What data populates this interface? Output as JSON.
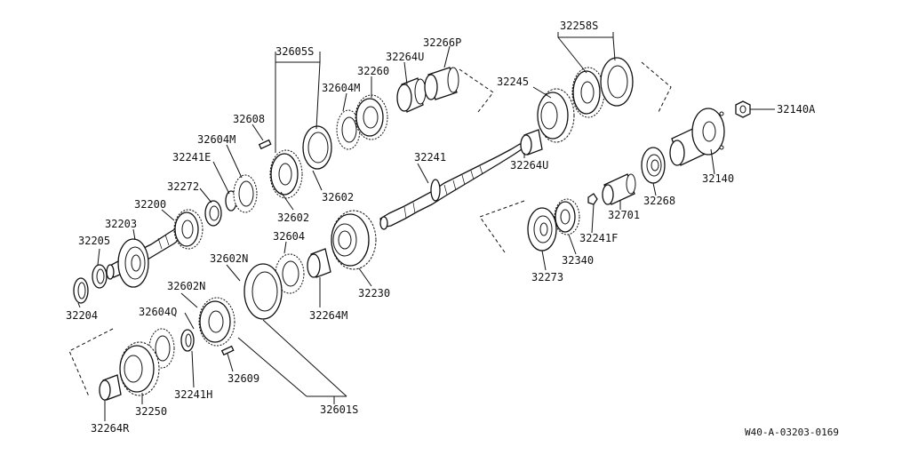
{
  "diagram": {
    "labels": {
      "p32258S": "32258S",
      "p32605S": "32605S",
      "p32266P": "32266P",
      "p32264U_top": "32264U",
      "p32260": "32260",
      "p32604M_top": "32604M",
      "p32245": "32245",
      "p32140A": "32140A",
      "p32608": "32608",
      "p32604M_left": "32604M",
      "p32241E": "32241E",
      "p32241": "32241",
      "p32264U_mid": "32264U",
      "p32140": "32140",
      "p32272": "32272",
      "p32602_a": "32602",
      "p32200": "32200",
      "p32602_b": "32602",
      "p32268": "32268",
      "p32203": "32203",
      "p32701": "32701",
      "p32604": "32604",
      "p32241F": "32241F",
      "p32205": "32205",
      "p32602N_a": "32602N",
      "p32340": "32340",
      "p32273": "32273",
      "p32230": "32230",
      "p32602N_b": "32602N",
      "p32204": "32204",
      "p32604Q": "32604Q",
      "p32264M": "32264M",
      "p32241H": "32241H",
      "p32609": "32609",
      "p32250": "32250",
      "p32601S": "32601S",
      "p32264R": "32264R"
    },
    "figure_code": "W40-A-03203-0169"
  }
}
